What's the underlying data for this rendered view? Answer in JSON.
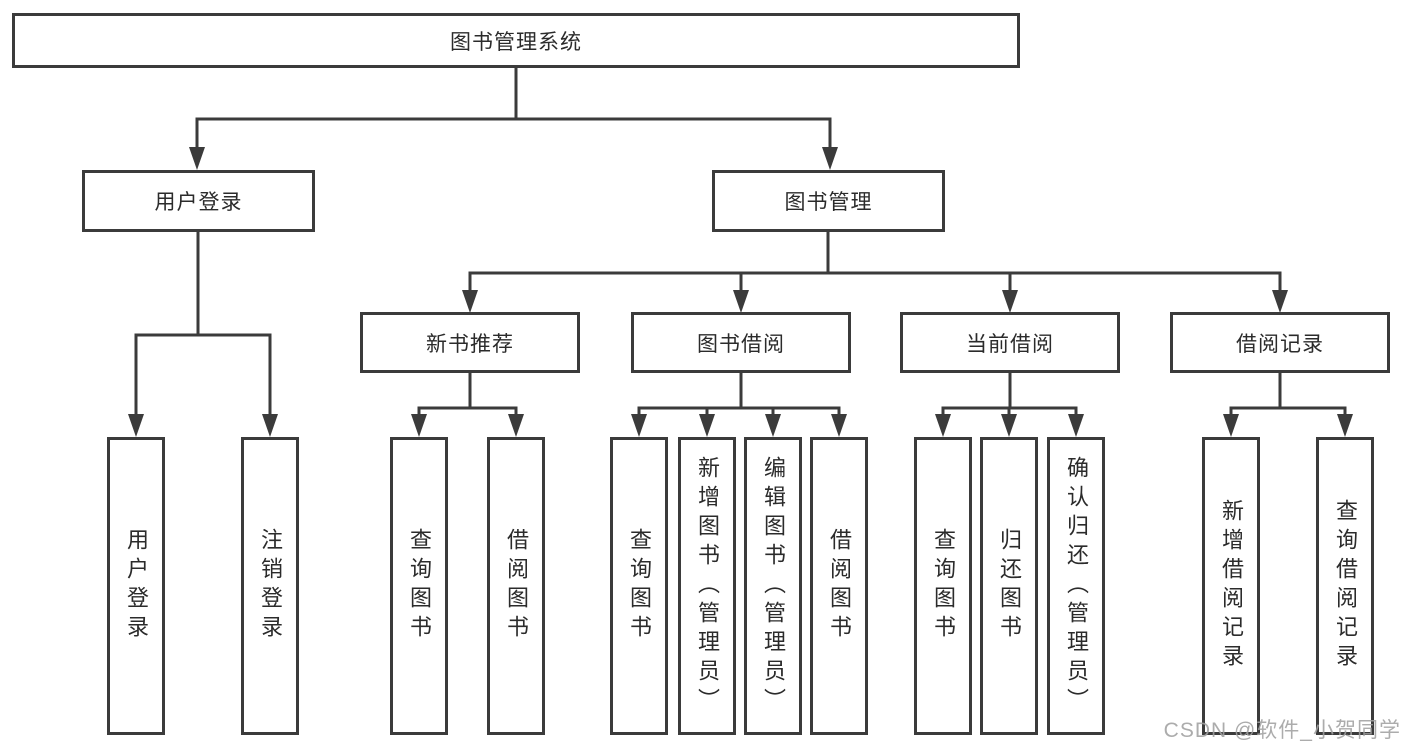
{
  "diagram": {
    "type": "hierarchy",
    "title": "图书管理系统",
    "tree": {
      "label": "图书管理系统",
      "children": [
        {
          "label": "用户登录",
          "children": [
            {
              "label": "用户登录"
            },
            {
              "label": "注销登录"
            }
          ]
        },
        {
          "label": "图书管理",
          "children": [
            {
              "label": "新书推荐",
              "children": [
                {
                  "label": "查询图书"
                },
                {
                  "label": "借阅图书"
                }
              ]
            },
            {
              "label": "图书借阅",
              "children": [
                {
                  "label": "查询图书"
                },
                {
                  "label": "新增图书（管理员）"
                },
                {
                  "label": "编辑图书（管理员）"
                },
                {
                  "label": "借阅图书"
                }
              ]
            },
            {
              "label": "当前借阅",
              "children": [
                {
                  "label": "查询图书"
                },
                {
                  "label": "归还图书"
                },
                {
                  "label": "确认归还（管理员）"
                }
              ]
            },
            {
              "label": "借阅记录",
              "children": [
                {
                  "label": "新增借阅记录"
                },
                {
                  "label": "查询借阅记录"
                }
              ]
            }
          ]
        }
      ]
    },
    "colors": {
      "line": "#3b3b3b",
      "box_border": "#3b3b3b",
      "text": "#2b2b2b",
      "background": "#ffffff",
      "watermark": "#a0a0a0"
    }
  },
  "watermark": {
    "text": "CSDN @软件_小贺同学"
  }
}
